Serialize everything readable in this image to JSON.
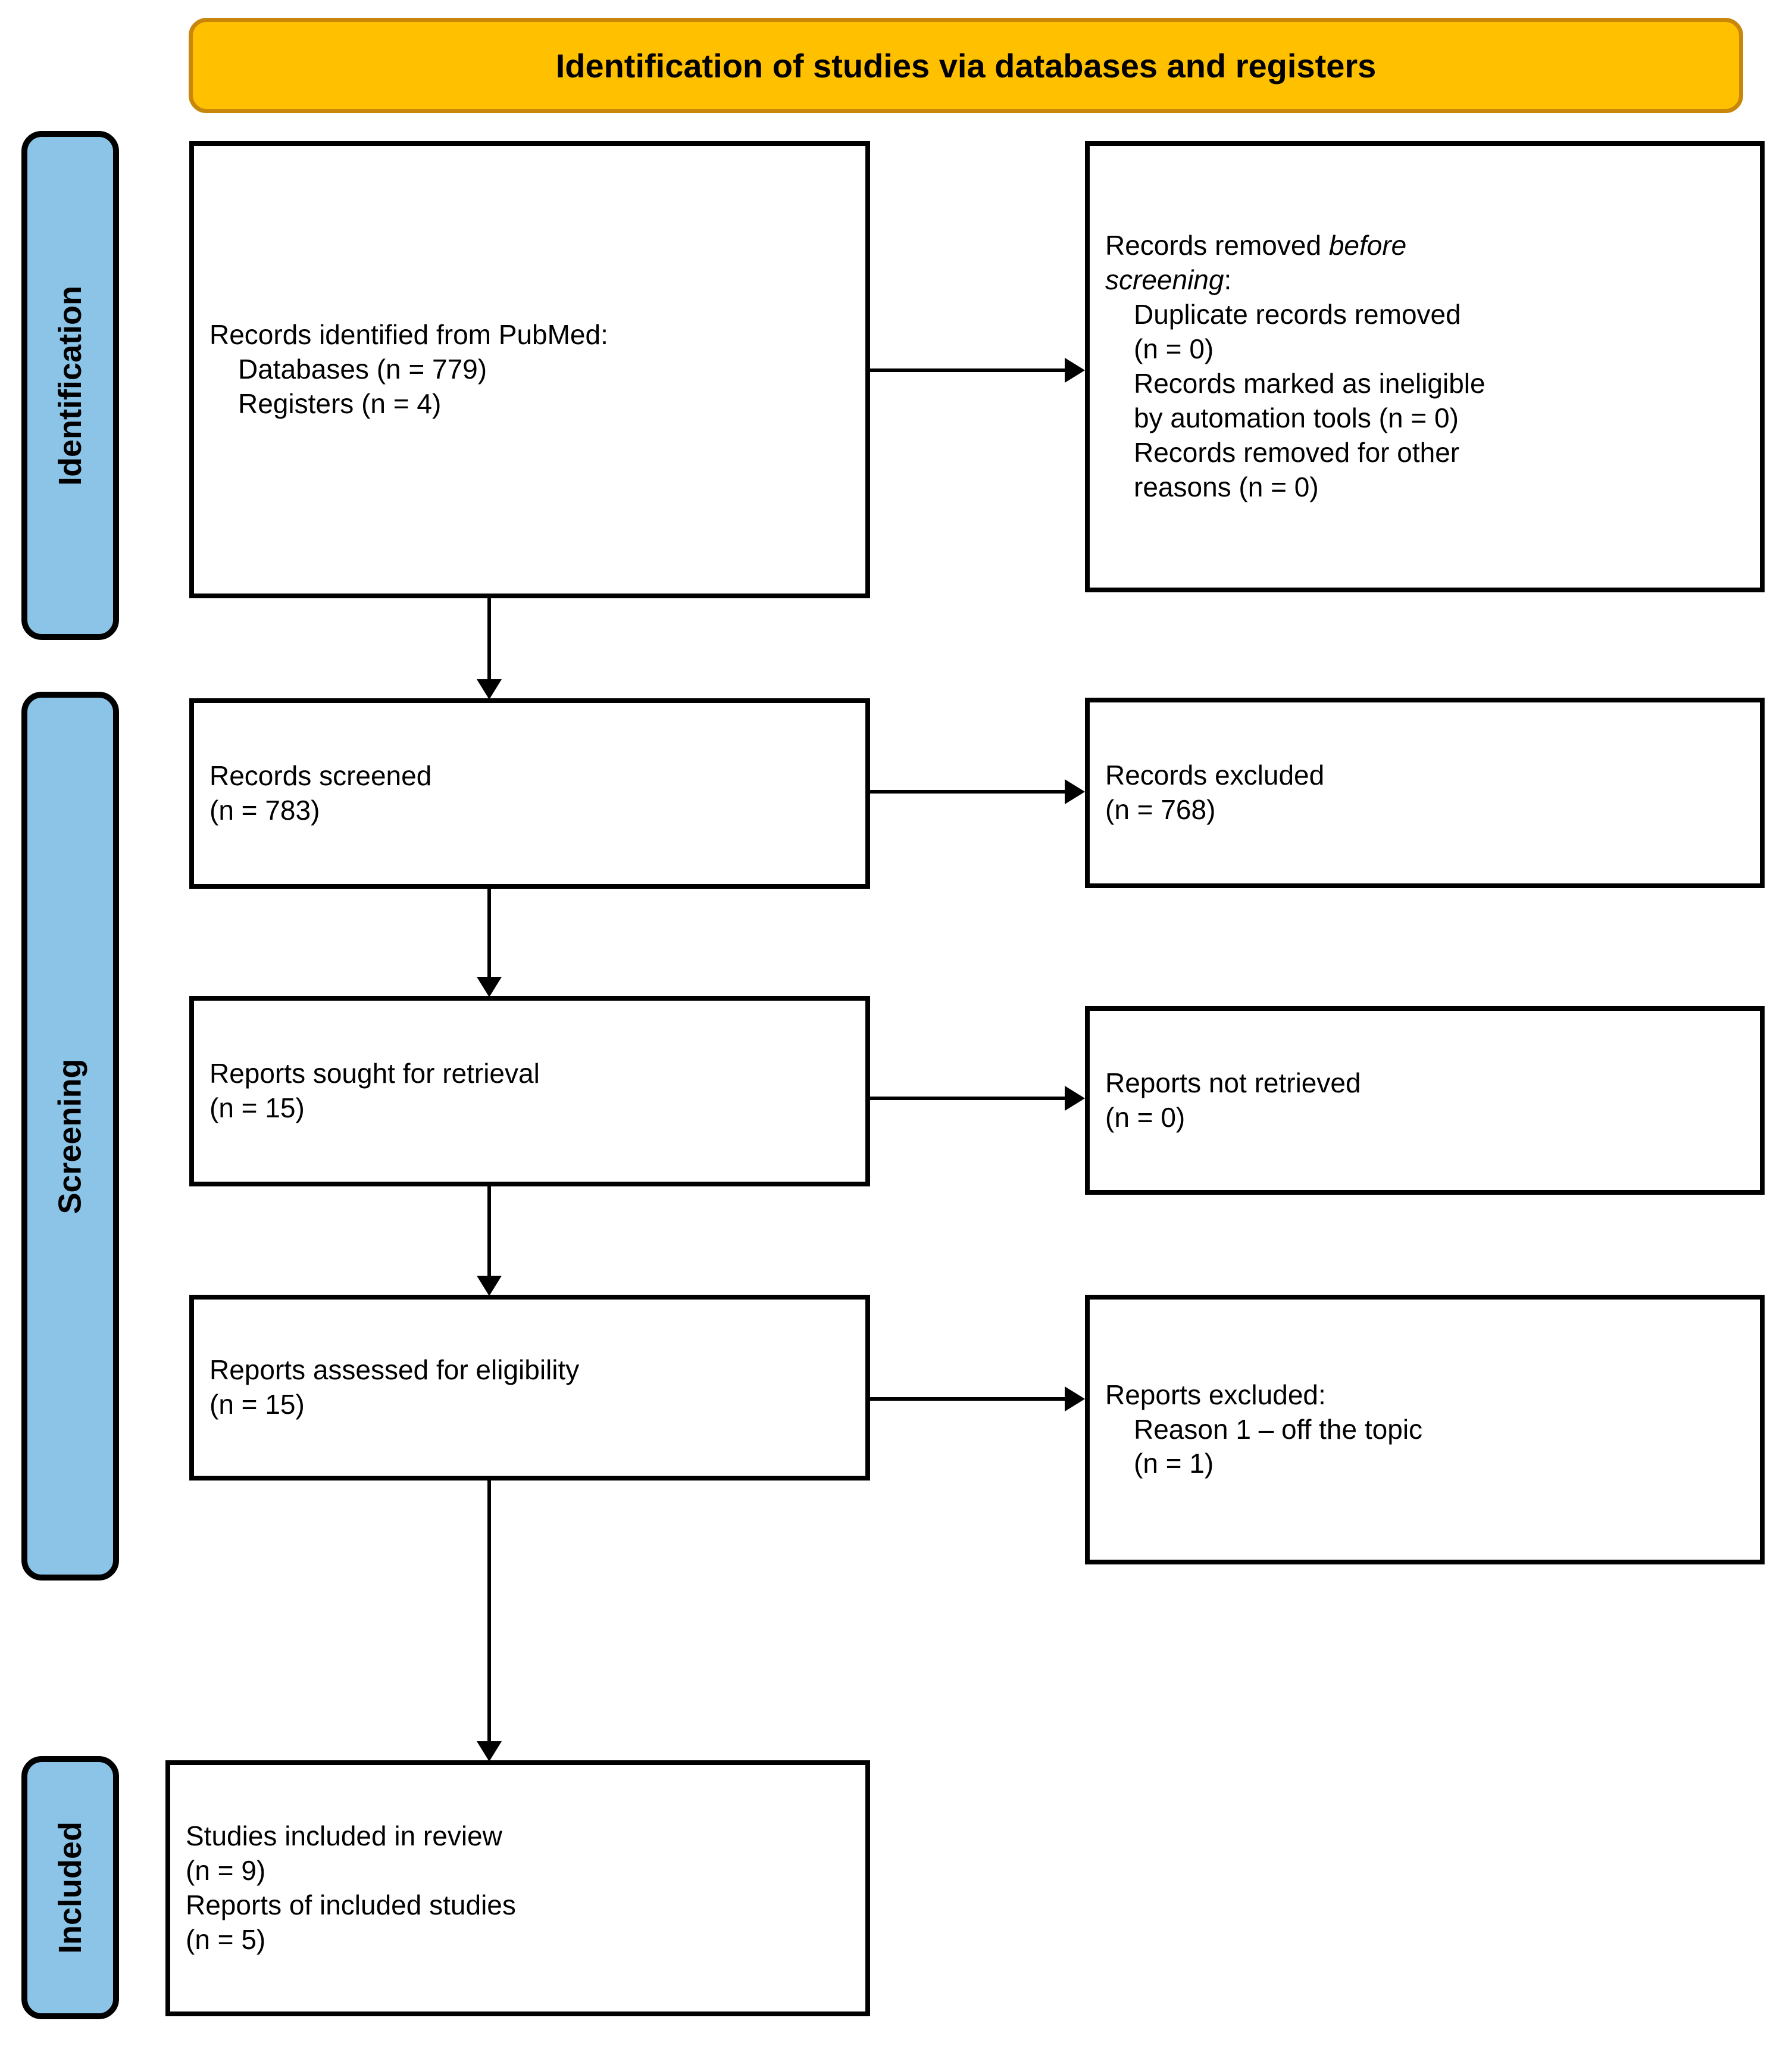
{
  "figure": {
    "title": "Identification of studies via databases and registers"
  },
  "colors": {
    "banner_fill": "#FFC000",
    "banner_border": "#C8860A",
    "stage_fill": "#8CC4E8",
    "stroke": "#000000",
    "box_fill": "#FFFFFF",
    "text": "#000000"
  },
  "stages": {
    "identification": "Identification",
    "screening": "Screening",
    "included": "Included"
  },
  "boxes": {
    "records_identified": {
      "lines": [
        "Records identified from PubMed:",
        "Databases (n = 779)",
        "Registers (n = 4)"
      ]
    },
    "records_removed": {
      "line1_pre": "Records removed ",
      "line1_italic": "before",
      "line2_italic": "screening",
      "line2_colon": ":",
      "items": [
        "Duplicate records removed",
        "(n = 0)",
        "Records marked as ineligible",
        "by automation tools (n = 0)",
        "Records removed for other",
        "reasons (n = 0)"
      ]
    },
    "records_screened": {
      "lines": [
        "Records screened",
        "(n = 783)"
      ]
    },
    "records_excluded": {
      "lines": [
        "Records excluded",
        "(n = 768)"
      ]
    },
    "reports_sought": {
      "lines": [
        "Reports sought for retrieval",
        "(n = 15)"
      ]
    },
    "reports_not_retrieved": {
      "lines": [
        "Reports not retrieved",
        "(n = 0)"
      ]
    },
    "reports_assessed": {
      "lines": [
        "Reports assessed for eligibility",
        "(n = 15)"
      ]
    },
    "reports_excluded": {
      "heading": "Reports excluded:",
      "items": [
        "Reason 1 – off the topic",
        "(n = 1)"
      ]
    },
    "studies_included": {
      "lines": [
        "Studies included in review",
        "(n = 9)",
        "Reports of included studies",
        "(n = 5)"
      ]
    }
  }
}
